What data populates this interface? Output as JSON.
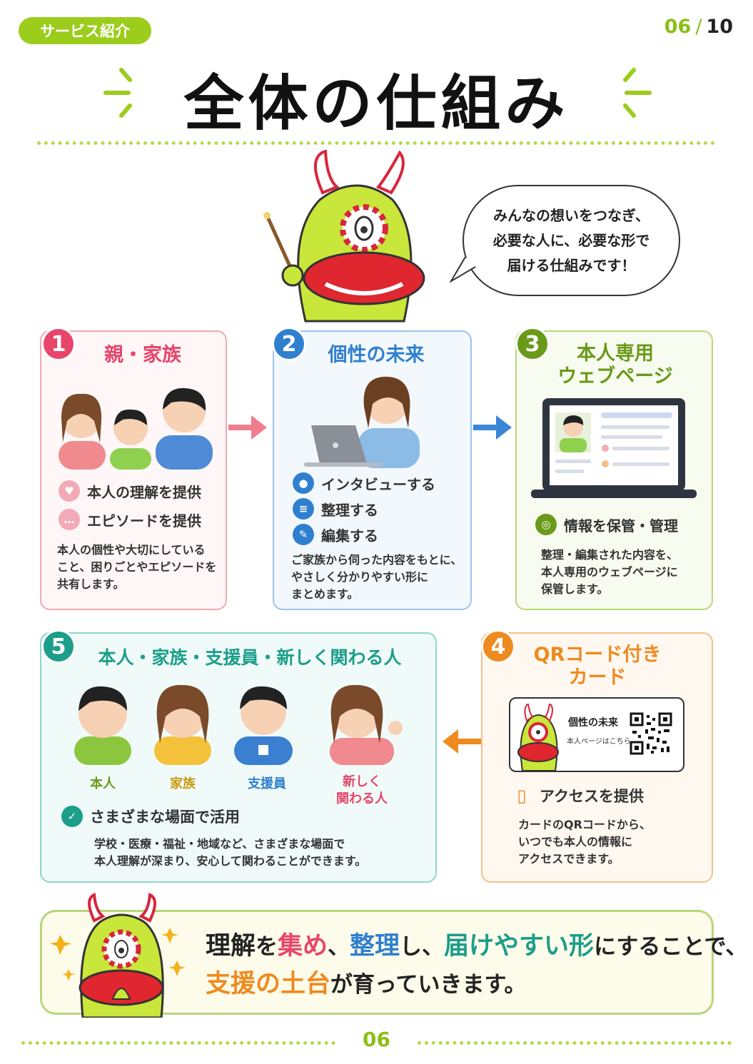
{
  "header": {
    "tag": "サービス紹介",
    "page_current": "06",
    "page_total": "10",
    "title": "全体の仕組み"
  },
  "speech": {
    "line1": "みんなの想いをつなぎ、",
    "line2": "必要な人に、必要な形で",
    "line3": "届ける仕組みです！"
  },
  "step1": {
    "num": "1",
    "title": "親・家族",
    "item1": "本人の理解を提供",
    "item2": "エピソードを提供",
    "desc1": "本人の個性や大切にしている",
    "desc2": "こと、困りごとやエピソードを",
    "desc3": "共有します。"
  },
  "step2": {
    "num": "2",
    "title": "個性の未来",
    "item1": "インタビューする",
    "item2": "整理する",
    "item3": "編集する",
    "desc1": "ご家族から伺った内容をもとに、",
    "desc2": "やさしく分かりやすい形に",
    "desc3": "まとめます。"
  },
  "step3": {
    "num": "3",
    "title1": "本人専用",
    "title2": "ウェブページ",
    "item1": "情報を保管・管理",
    "desc1": "整理・編集された内容を、",
    "desc2": "本人専用のウェブページに",
    "desc3": "保管します。"
  },
  "step4": {
    "num": "4",
    "title1": "QRコード付き",
    "title2": "カード",
    "card_title": "個性の未来",
    "card_sub": "本人ページはこちら",
    "item1": "アクセスを提供",
    "desc1": "カードのQRコードから、",
    "desc2": "いつでも本人の情報に",
    "desc3": "アクセスできます。"
  },
  "step5": {
    "num": "5",
    "title": "本人・家族・支援員・新しく関わる人",
    "people": [
      "本人",
      "家族",
      "支援員",
      "新しく",
      "関わる人"
    ],
    "item1": "さまざまな場面で活用",
    "desc1": "学校・医療・福祉・地域など、さまざまな場面で",
    "desc2": "本人理解が深まり、安心して関わることができます。"
  },
  "message": {
    "p1": "理解",
    "p2": "を",
    "p3": "集め",
    "p4": "、",
    "p5": "整理",
    "p6": "し、",
    "p7": "届けやすい形",
    "p8": "にすることで、",
    "p9": "支援の土台",
    "p10": "が育っていきます。"
  },
  "footer": {
    "page": "06"
  },
  "colors": {
    "accent": "#9ccc1c",
    "pink": "#e8456b",
    "blue": "#2f7fcf",
    "green": "#6a9a1a",
    "teal": "#1c9e8a",
    "orange": "#ef8a1e"
  }
}
